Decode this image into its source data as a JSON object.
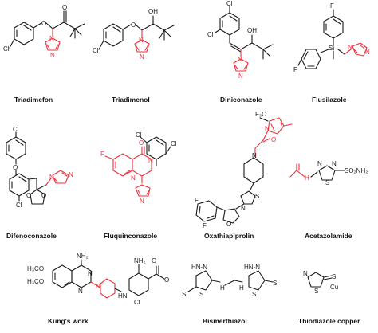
{
  "compounds": [
    {
      "name": "Triadimefon"
    },
    {
      "name": "Triadimenol"
    },
    {
      "name": "Diniconazole"
    },
    {
      "name": "Flusilazole"
    },
    {
      "name": "Difenoconazole"
    },
    {
      "name": "Fluquinconazole"
    },
    {
      "name": "Oxathiapiprolin"
    },
    {
      "name": "Acetazolamide"
    },
    {
      "name": "Kung's work"
    },
    {
      "name": "Bismerthiazol"
    },
    {
      "name": "Thiodiazole copper"
    }
  ],
  "atoms": {
    "cl": "Cl",
    "o": "O",
    "n": "N",
    "oh": "OH",
    "f": "F",
    "si": "Si",
    "cf3": "F₃C",
    "s": "S",
    "h": "H",
    "nh": "NH",
    "nh2": "NH₂",
    "so2nh2": "SO₂NH₂",
    "och3": "H₃CO",
    "och3b": "H₃CO",
    "hn": "HN",
    "cu": "Cu",
    "hnn": "HN-N"
  },
  "colors": {
    "highlight": "#e8323c",
    "bond": "#1a1a1a"
  }
}
